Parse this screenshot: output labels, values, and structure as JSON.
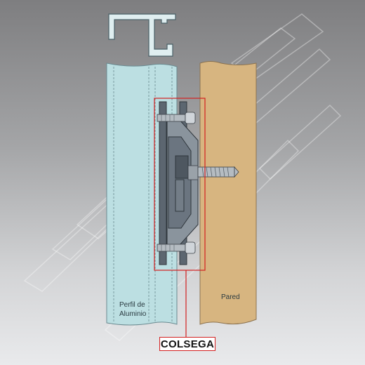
{
  "labels": {
    "profile_line1": "Perfil de",
    "profile_line2": "Aluminio",
    "wall": "Pared",
    "callout": "COLSEGA"
  },
  "colors": {
    "profile_fill": "#bcdfe2",
    "wall_fill": "#d7b580",
    "bracket_fill": "#5c6670",
    "callout_border": "#d32020"
  }
}
